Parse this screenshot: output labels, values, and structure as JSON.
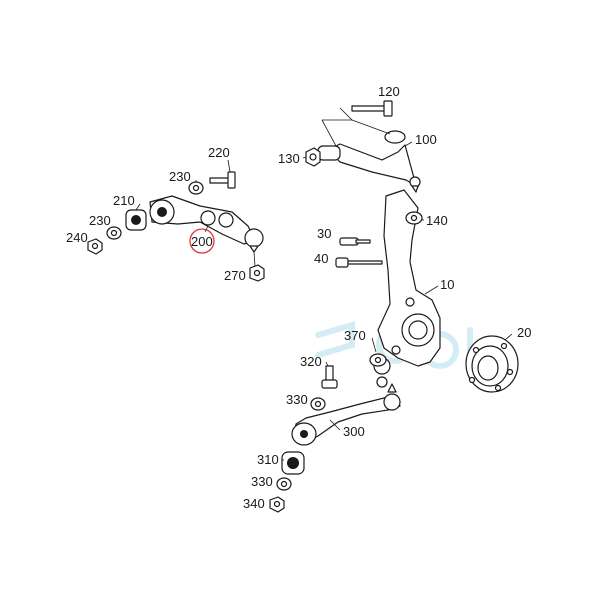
{
  "diagram": {
    "labels": {
      "p120": "120",
      "p100": "100",
      "p130": "130",
      "p220": "220",
      "p230a": "230",
      "p210": "210",
      "p230b": "230",
      "p240": "240",
      "p200": "200",
      "p270": "270",
      "p140": "140",
      "p30": "30",
      "p40": "40",
      "p10": "10",
      "p370": "370",
      "p20": "20",
      "p320": "320",
      "p330a": "330",
      "p300": "300",
      "p310": "310",
      "p330b": "330",
      "p340": "340"
    },
    "highlight_color": "#d93a3a",
    "line_color": "#1a1a1a",
    "watermark_color": "#cdeaf2"
  }
}
